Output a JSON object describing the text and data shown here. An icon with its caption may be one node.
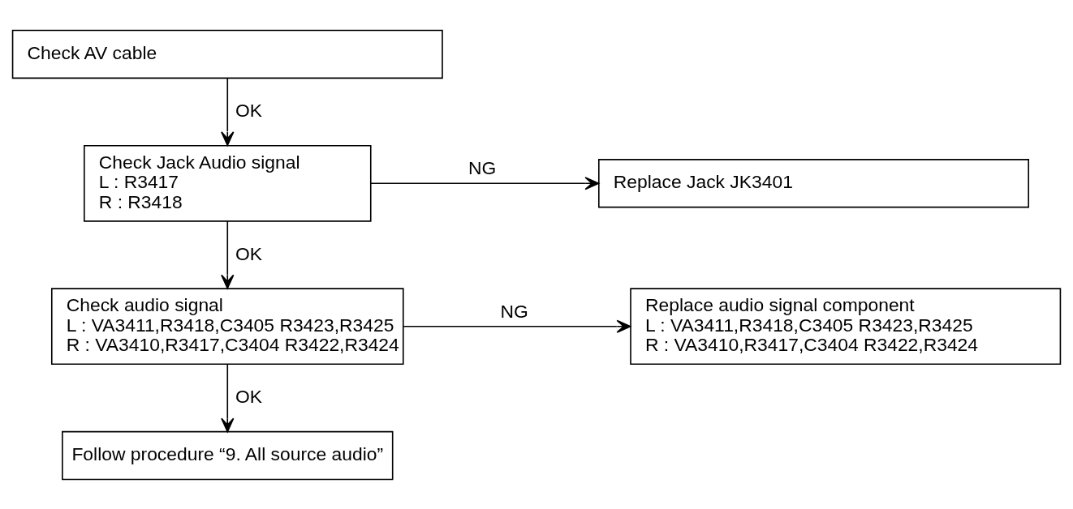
{
  "diagram": {
    "nodes": [
      {
        "text": [
          "Check AV cable"
        ]
      },
      {
        "text": [
          "Check Jack Audio signal",
          "L : R3417",
          "R : R3418"
        ]
      },
      {
        "text": [
          "Replace Jack JK3401"
        ]
      },
      {
        "text": [
          "Check audio signal",
          "L : VA3411,R3418,C3405 R3423,R3425",
          "R : VA3410,R3417,C3404 R3422,R3424"
        ]
      },
      {
        "text": [
          "Replace audio signal component",
          "L : VA3411,R3418,C3405 R3423,R3425",
          "R : VA3410,R3417,C3404 R3422,R3424"
        ]
      },
      {
        "text": [
          "Follow procedure “9. All source audio”"
        ]
      }
    ],
    "edges": [
      {
        "from": 0,
        "to": 1,
        "arrow": "to",
        "label": "OK"
      },
      {
        "from": 1,
        "to": 2,
        "arrow": "to",
        "label": "NG"
      },
      {
        "from": 1,
        "to": 3,
        "arrow": "to",
        "label": "OK"
      },
      {
        "from": 3,
        "to": 4,
        "arrow": "to",
        "label": "NG"
      },
      {
        "from": 3,
        "to": 5,
        "arrow": "to",
        "label": "OK"
      }
    ]
  }
}
